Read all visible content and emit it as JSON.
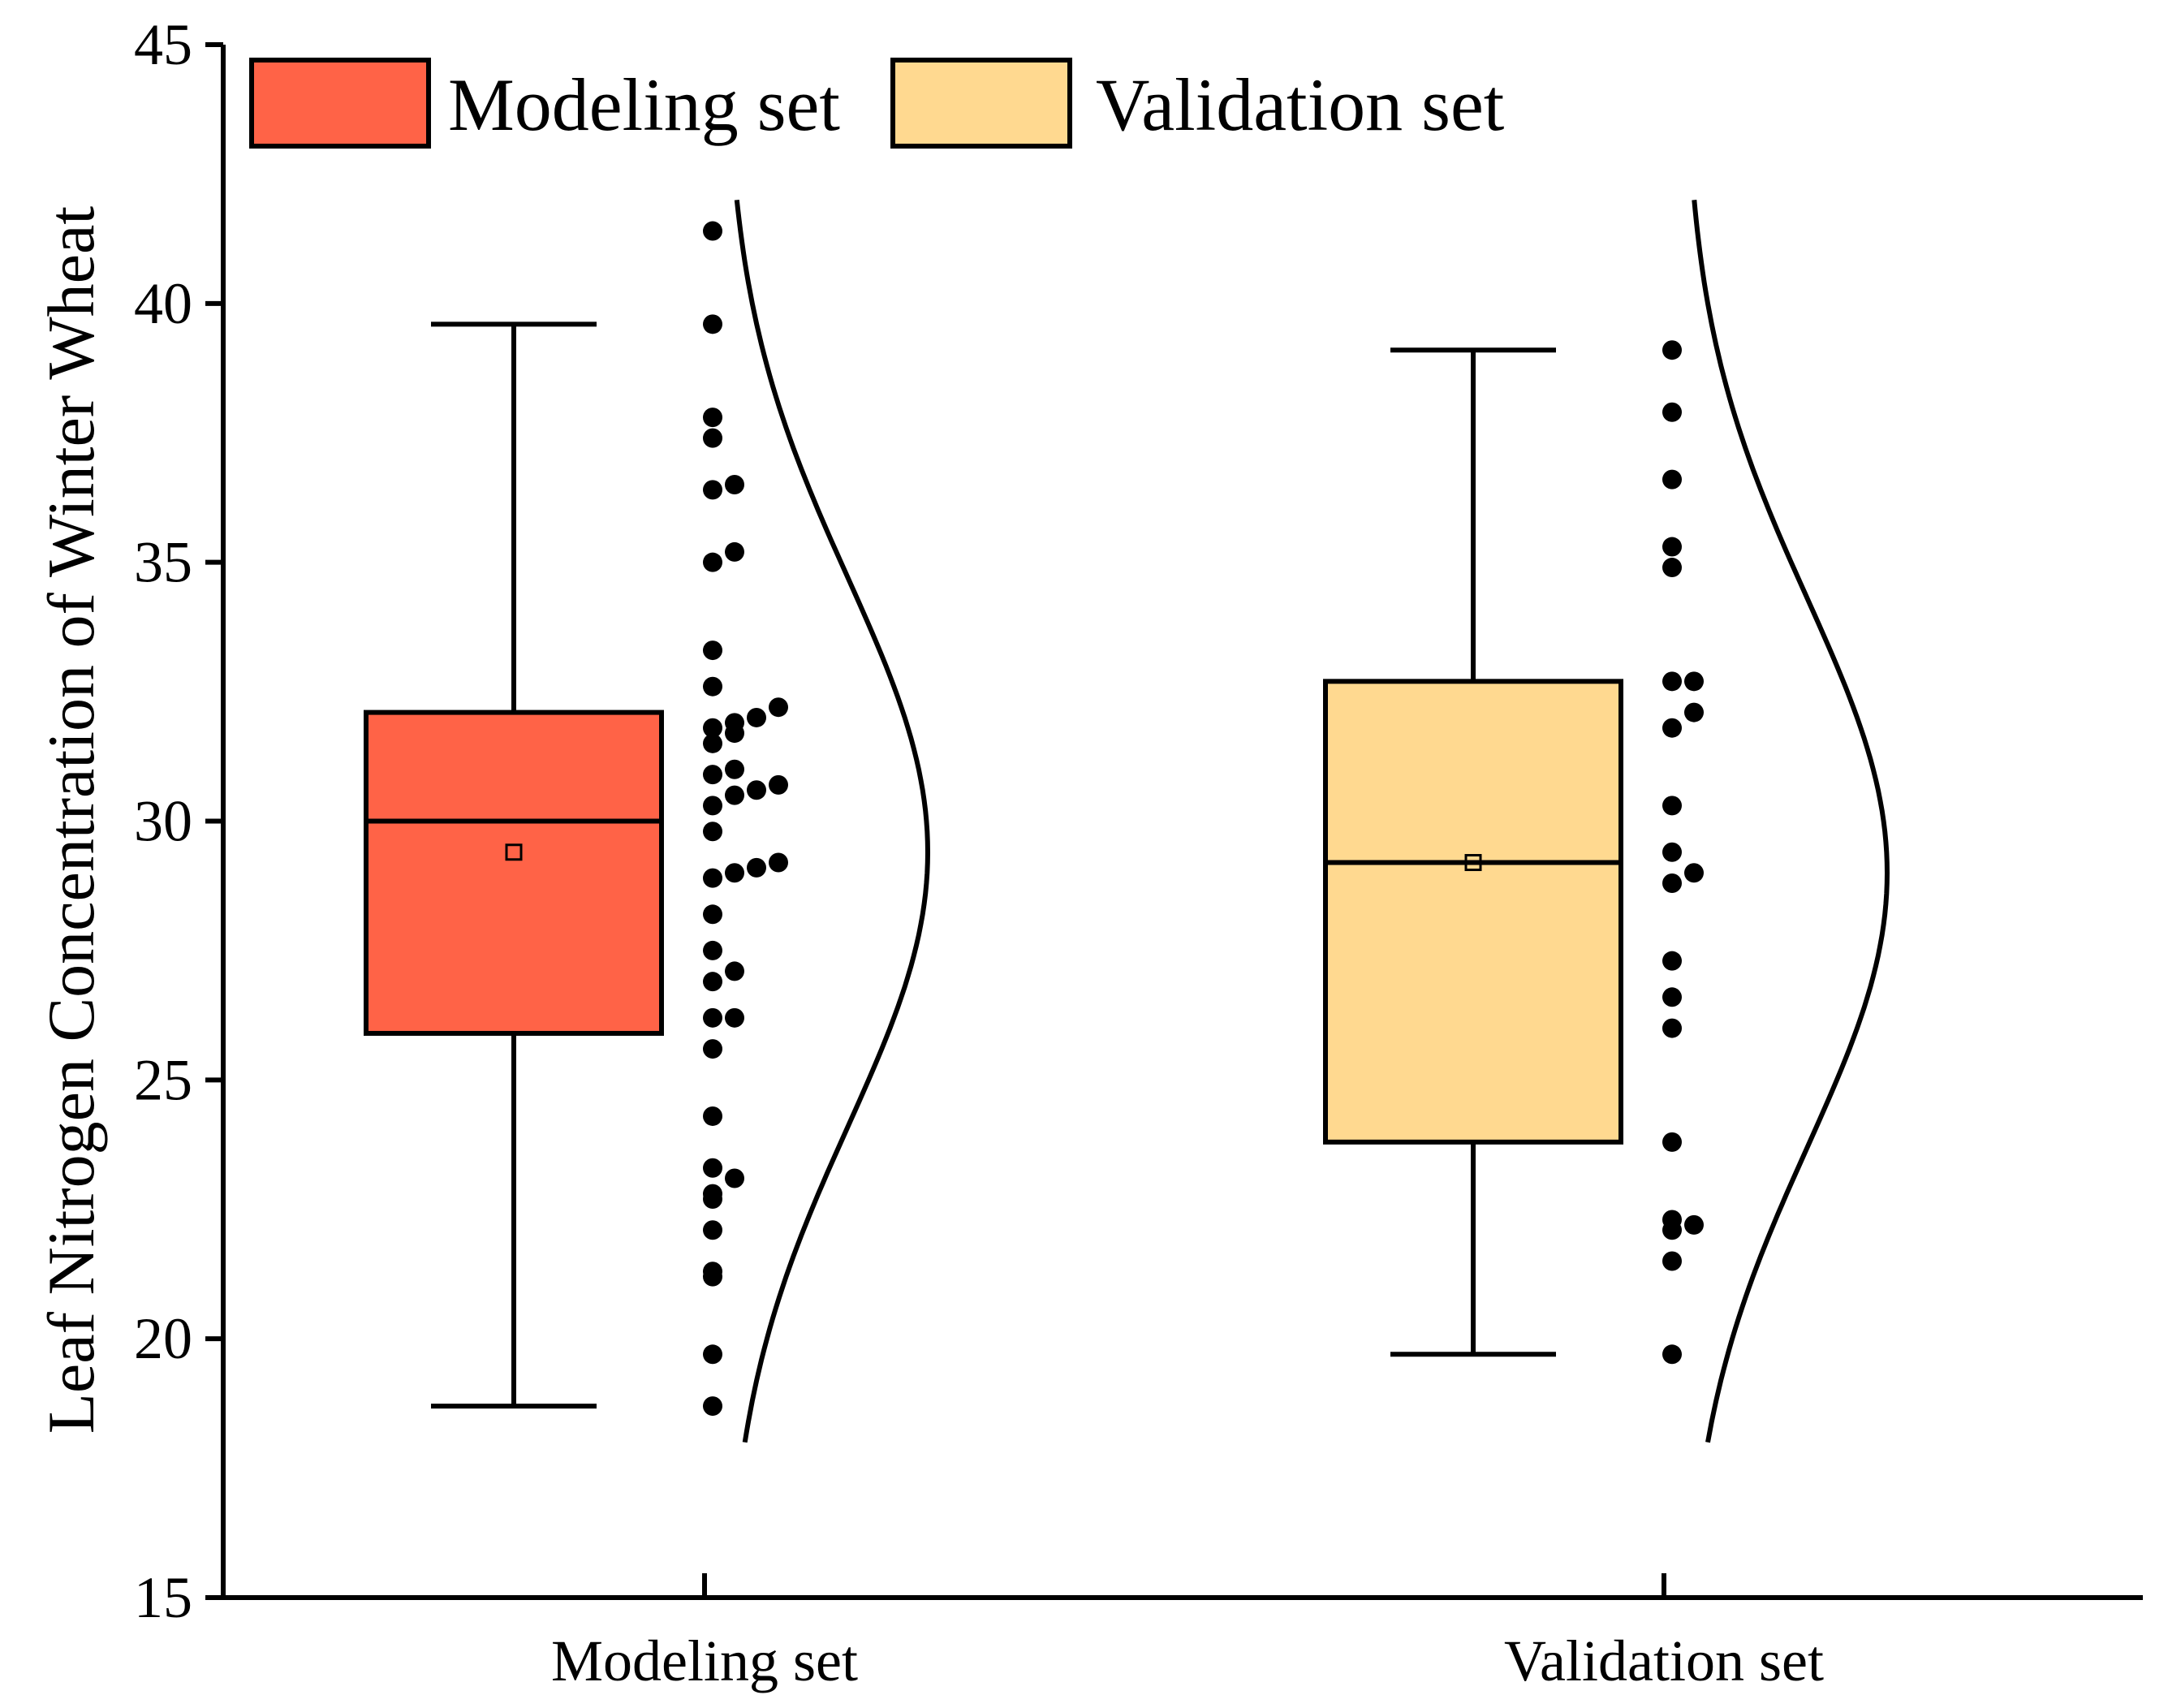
{
  "chart_data": {
    "type": "box",
    "ylabel": "Leaf Nitrogen Concentration of Winter Wheat",
    "xlabel": "",
    "ylim": [
      15,
      45
    ],
    "yticks": [
      15,
      20,
      25,
      30,
      35,
      40,
      45
    ],
    "categories": [
      "Modeling set",
      "Validation set"
    ],
    "legend": {
      "placement": "top-left",
      "items": [
        {
          "label": "Modeling set",
          "color": "#FF6347"
        },
        {
          "label": "Validation set",
          "color": "#FFD990"
        }
      ]
    },
    "series": [
      {
        "name": "Modeling set",
        "color": "#FF6347",
        "box": {
          "whisker_low": 18.7,
          "q1": 25.9,
          "median": 30.0,
          "q3": 32.1,
          "whisker_high": 39.6,
          "mean": 29.4
        },
        "points": [
          18.7,
          19.7,
          21.2,
          21.3,
          22.1,
          22.7,
          22.8,
          23.1,
          23.3,
          24.3,
          25.6,
          26.2,
          26.2,
          26.9,
          27.1,
          27.5,
          28.2,
          28.9,
          29.0,
          29.1,
          29.2,
          29.8,
          30.3,
          30.5,
          30.6,
          30.7,
          30.9,
          31.0,
          31.5,
          31.7,
          31.8,
          31.9,
          32.0,
          32.2,
          32.6,
          33.3,
          35.0,
          35.2,
          36.4,
          36.5,
          37.4,
          37.8,
          39.6,
          41.4
        ],
        "density": {
          "mean": 29.4,
          "sd": 5.3,
          "y_range": [
            18,
            42
          ]
        }
      },
      {
        "name": "Validation set",
        "color": "#FFD990",
        "box": {
          "whisker_low": 19.7,
          "q1": 23.8,
          "median": 29.2,
          "q3": 32.7,
          "whisker_high": 39.1,
          "mean": 29.2
        },
        "points": [
          19.7,
          21.5,
          22.1,
          22.2,
          22.3,
          23.8,
          26.0,
          26.6,
          27.3,
          28.8,
          29.0,
          29.4,
          30.3,
          31.8,
          32.1,
          32.7,
          32.7,
          34.9,
          35.3,
          36.6,
          37.9,
          39.1
        ],
        "density": {
          "mean": 29.0,
          "sd": 5.3,
          "y_range": [
            18,
            42
          ]
        }
      }
    ]
  }
}
